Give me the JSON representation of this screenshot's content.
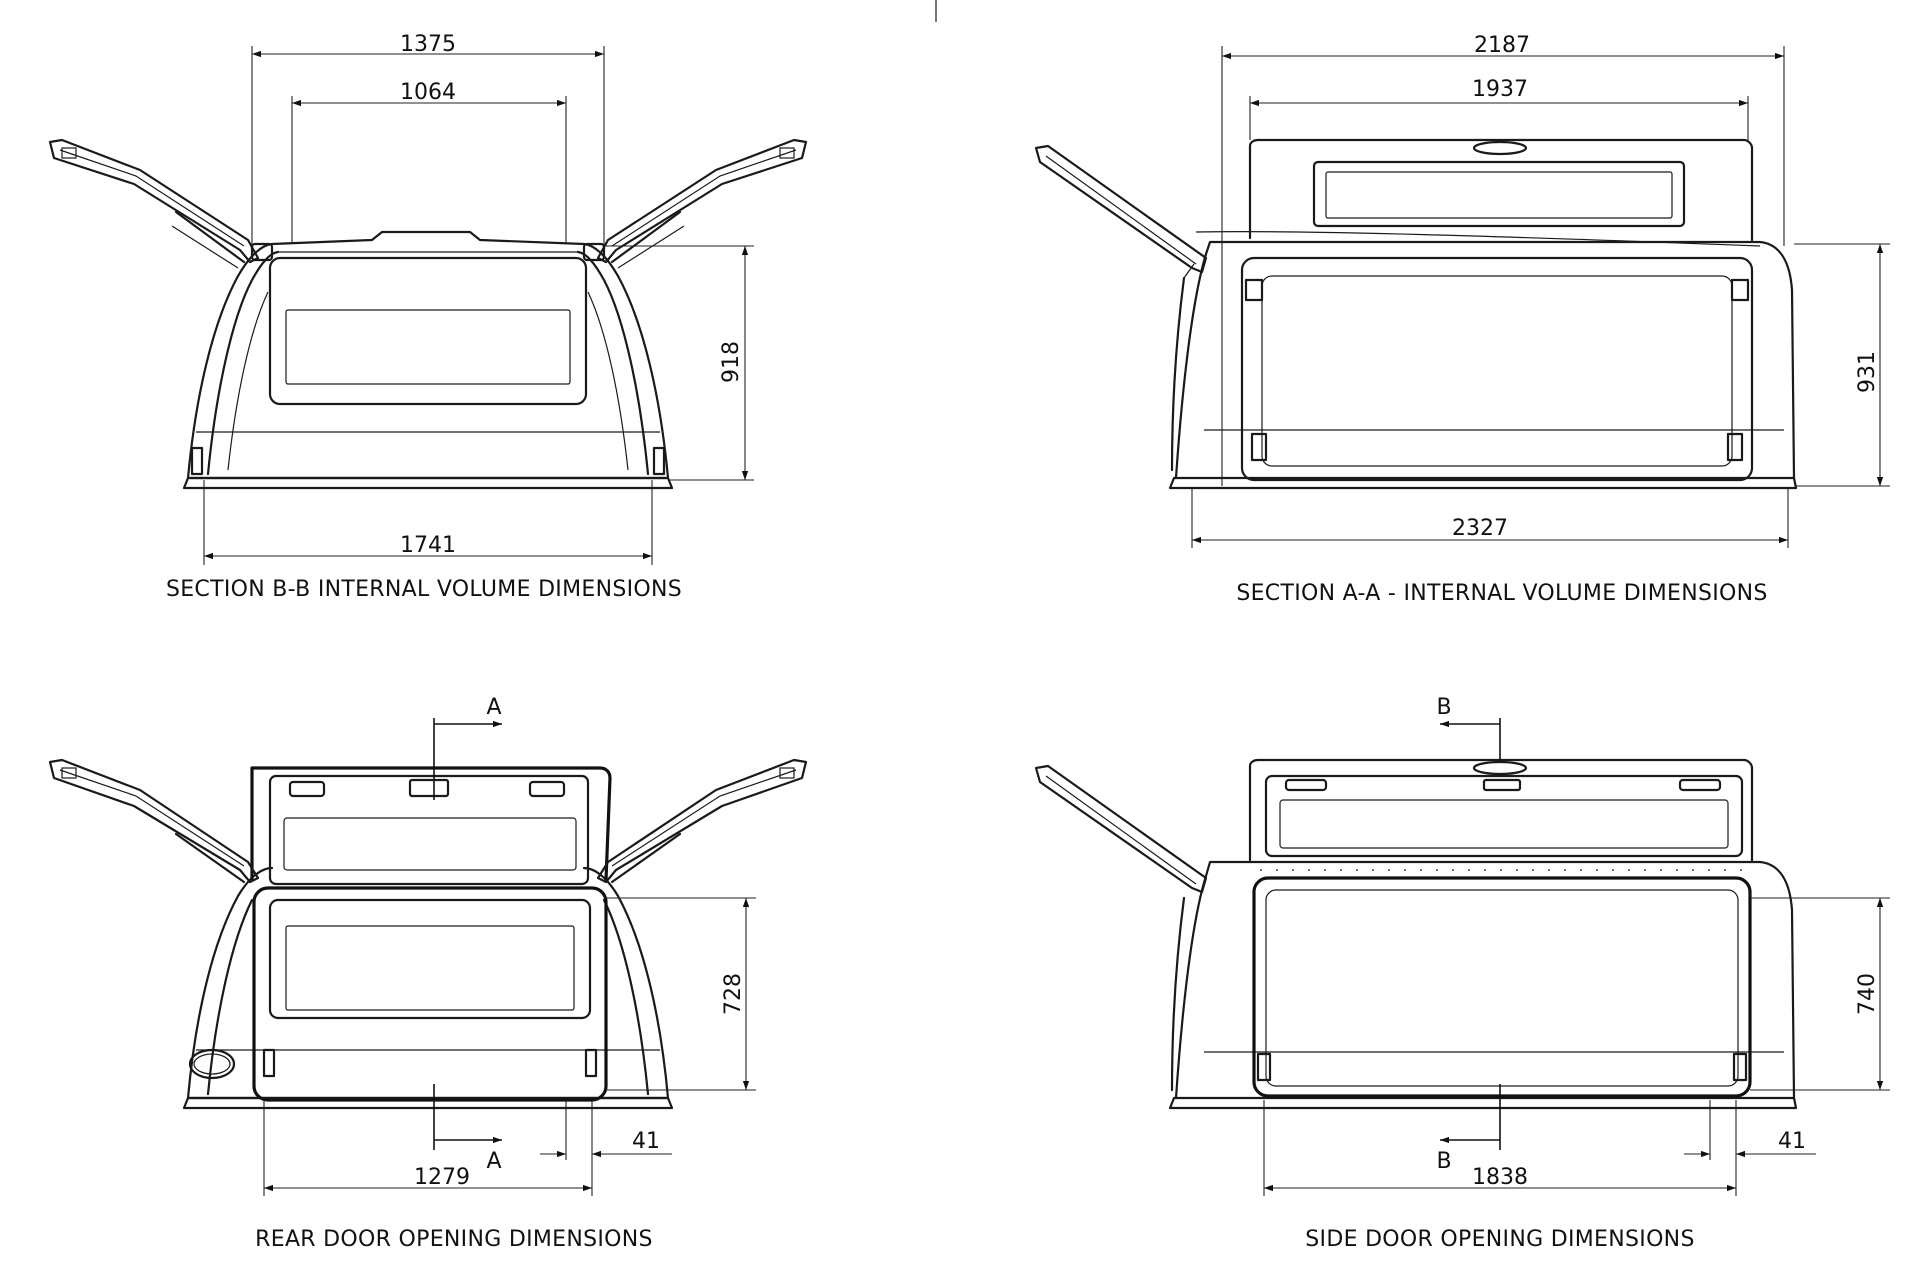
{
  "views": {
    "section_bb": {
      "caption": "SECTION B-B INTERNAL VOLUME DIMENSIONS",
      "dim_top_outer": "1375",
      "dim_top_inner": "1064",
      "dim_height": "918",
      "dim_bottom": "1741"
    },
    "section_aa": {
      "caption": "SECTION A-A - INTERNAL VOLUME DIMENSIONS",
      "dim_top_outer": "2187",
      "dim_top_inner": "1937",
      "dim_height": "931",
      "dim_bottom": "2327"
    },
    "rear_door": {
      "caption": "REAR DOOR OPENING DIMENSIONS",
      "section_marker_top": "A",
      "section_marker_bottom": "A",
      "dim_height": "728",
      "dim_width": "1279",
      "dim_offset": "41"
    },
    "side_door": {
      "caption": "SIDE DOOR OPENING DIMENSIONS",
      "section_marker_top": "B",
      "section_marker_bottom": "B",
      "dim_height": "740",
      "dim_width": "1838",
      "dim_offset": "41"
    }
  }
}
